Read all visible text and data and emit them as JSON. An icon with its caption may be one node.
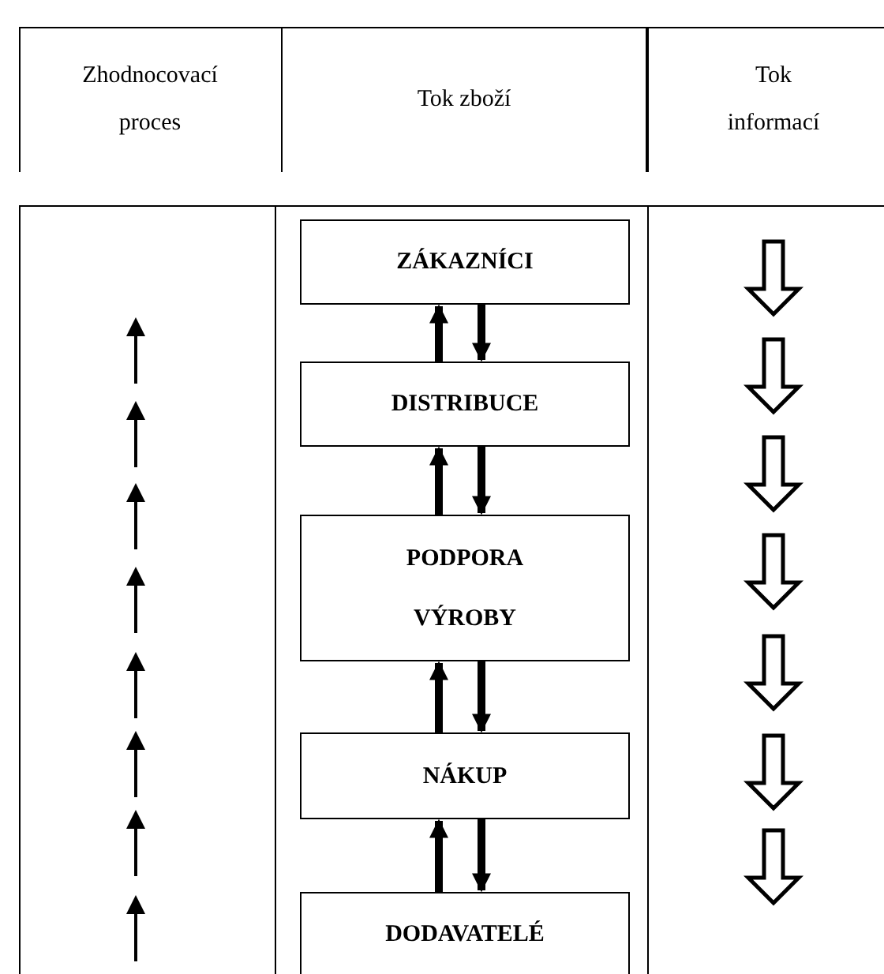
{
  "diagram": {
    "nodes": [
      {
        "text": [
          "ZÁKAZNÍCI"
        ]
      },
      {
        "text": [
          "DISTRIBUCE"
        ]
      },
      {
        "text": [
          "PODPORA VÝROBY"
        ]
      },
      {
        "text": [
          "NÁKUP"
        ]
      },
      {
        "text": [
          "DODAVATELÉ"
        ]
      }
    ],
    "edges": [
      {
        "from": 1,
        "to": 0,
        "arrow": "to"
      },
      {
        "from": 0,
        "to": 1,
        "arrow": "to"
      },
      {
        "from": 2,
        "to": 1,
        "arrow": "to"
      },
      {
        "from": 1,
        "to": 2,
        "arrow": "to"
      },
      {
        "from": 3,
        "to": 2,
        "arrow": "to"
      },
      {
        "from": 2,
        "to": 3,
        "arrow": "to"
      },
      {
        "from": 4,
        "to": 3,
        "arrow": "to"
      },
      {
        "from": 3,
        "to": 4,
        "arrow": "to"
      }
    ],
    "labels": [
      "Zhodnocovací proces",
      "Tok zboží",
      "Tok informací"
    ]
  }
}
